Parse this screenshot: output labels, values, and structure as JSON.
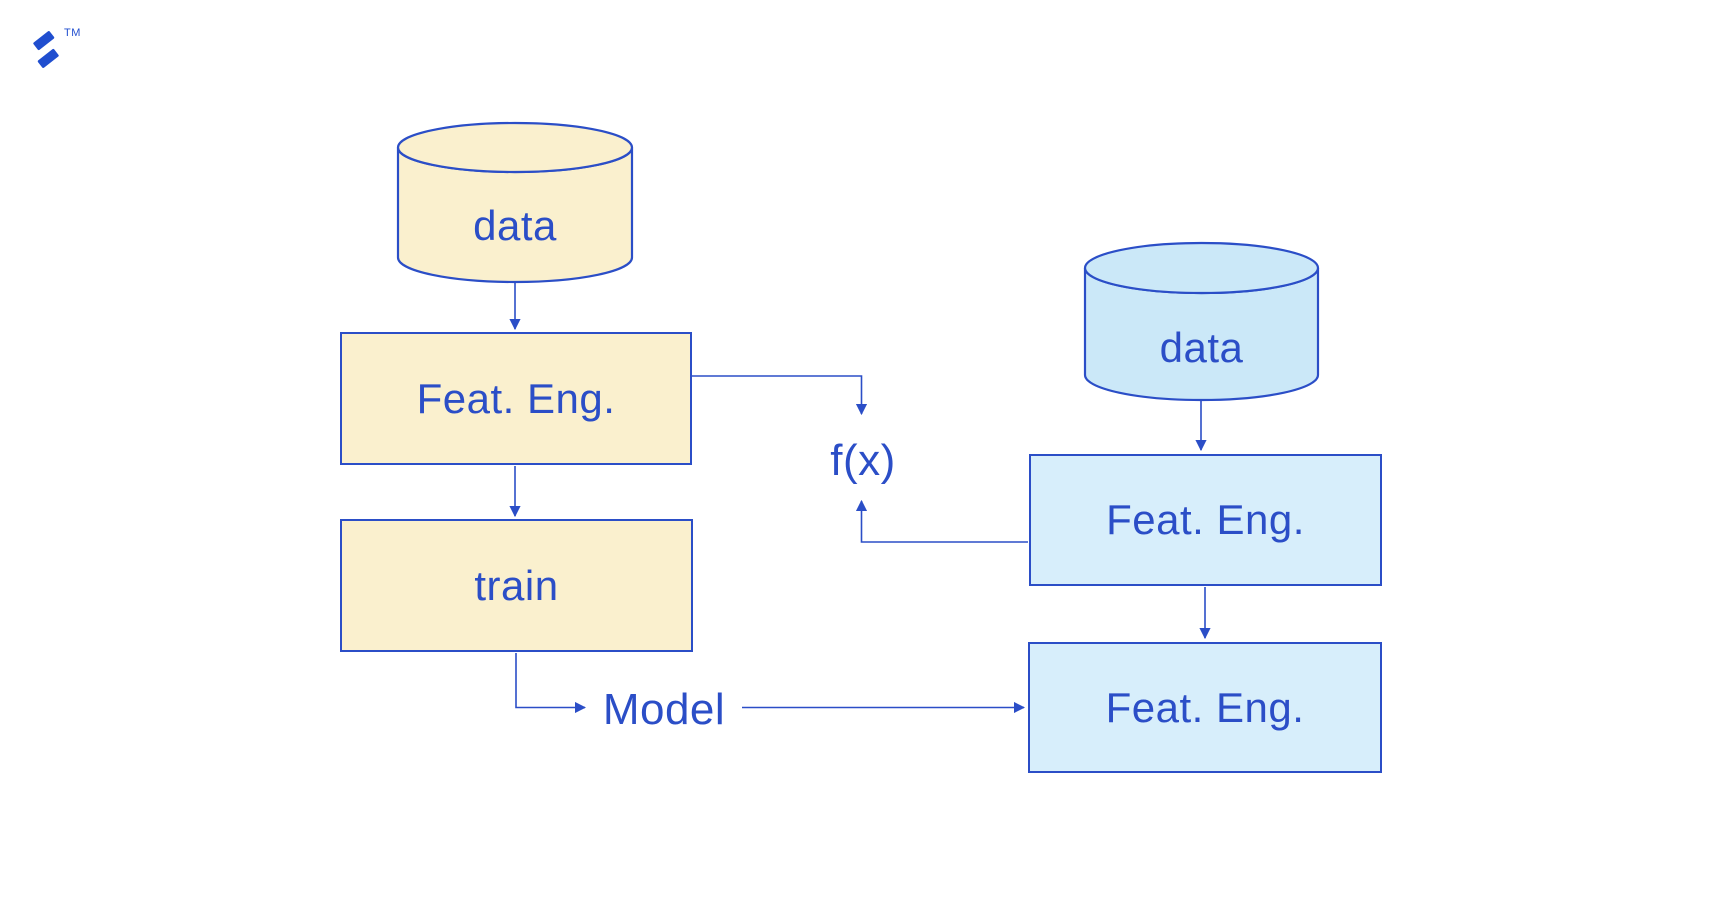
{
  "brand": {
    "logo_icon": "toptal-logo",
    "trademark": "TM",
    "logo_color": "#204ECF"
  },
  "colors": {
    "stroke": "#2B4EC7",
    "text": "#2B4EC7",
    "cream_fill": "#FAF0CE",
    "sky_box_fill": "#D7EEFB",
    "sky_cylinder_fill": "#CBE8F8"
  },
  "diagram": {
    "function_label": "f(x)",
    "training_pipeline": {
      "data_store_label": "data",
      "feature_engineering_label": "Feat. Eng.",
      "train_label": "train",
      "model_label": "Model"
    },
    "inference_pipeline": {
      "data_store_label": "data",
      "feature_engineering_top_label": "Feat. Eng.",
      "feature_engineering_bottom_label": "Feat. Eng."
    }
  }
}
